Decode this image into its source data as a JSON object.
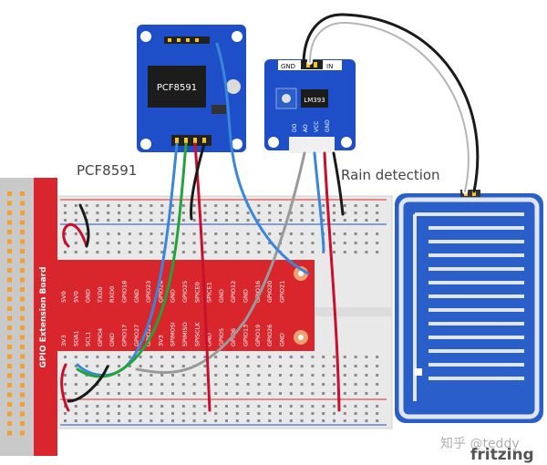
{
  "labels": {
    "pcf_caption": "PCF8591",
    "rain_caption": "Rain detection",
    "chip_pcf": "PCF8591",
    "chip_lm393": "LM393",
    "gpio_board": "GPIO Extension Board",
    "watermark": "知乎 @teddy",
    "fritzing": "fritzing"
  },
  "lm393_pins_top": [
    "GND",
    "IN"
  ],
  "lm393_pins_bottom": [
    "DO",
    "AO",
    "VCC",
    "GND"
  ],
  "gpio_top_row": [
    "5V0",
    "5V0",
    "GND",
    "TXD0",
    "RXD0",
    "GPIO18",
    "GND",
    "GPIO23",
    "GPIO24",
    "GND",
    "GPIO25",
    "SPICE0",
    "SPICE1",
    "GND",
    "GPIO12",
    "GND",
    "GPIO16",
    "GPIO20",
    "GPIO21"
  ],
  "gpio_bottom_row": [
    "3V3",
    "SDA1",
    "SCL1",
    "GPIO4",
    "GND",
    "GPIO17",
    "GPIO27",
    "GPIO22",
    "3V3",
    "SPIMOSI",
    "SPIMISO",
    "SPISCLK",
    "GND",
    "GPIO5",
    "GPIO6",
    "GPIO13",
    "GPIO19",
    "GPIO26",
    "GND"
  ],
  "colors": {
    "module_blue": "#1e4fc9",
    "gpio_red": "#d8262c",
    "wire_blue": "#3a86d8",
    "wire_green": "#22a33c",
    "wire_red": "#c8102e",
    "wire_gray": "#9a9a9a",
    "wire_black": "#1a1a1a",
    "rain_blue": "#2a5fc9"
  }
}
